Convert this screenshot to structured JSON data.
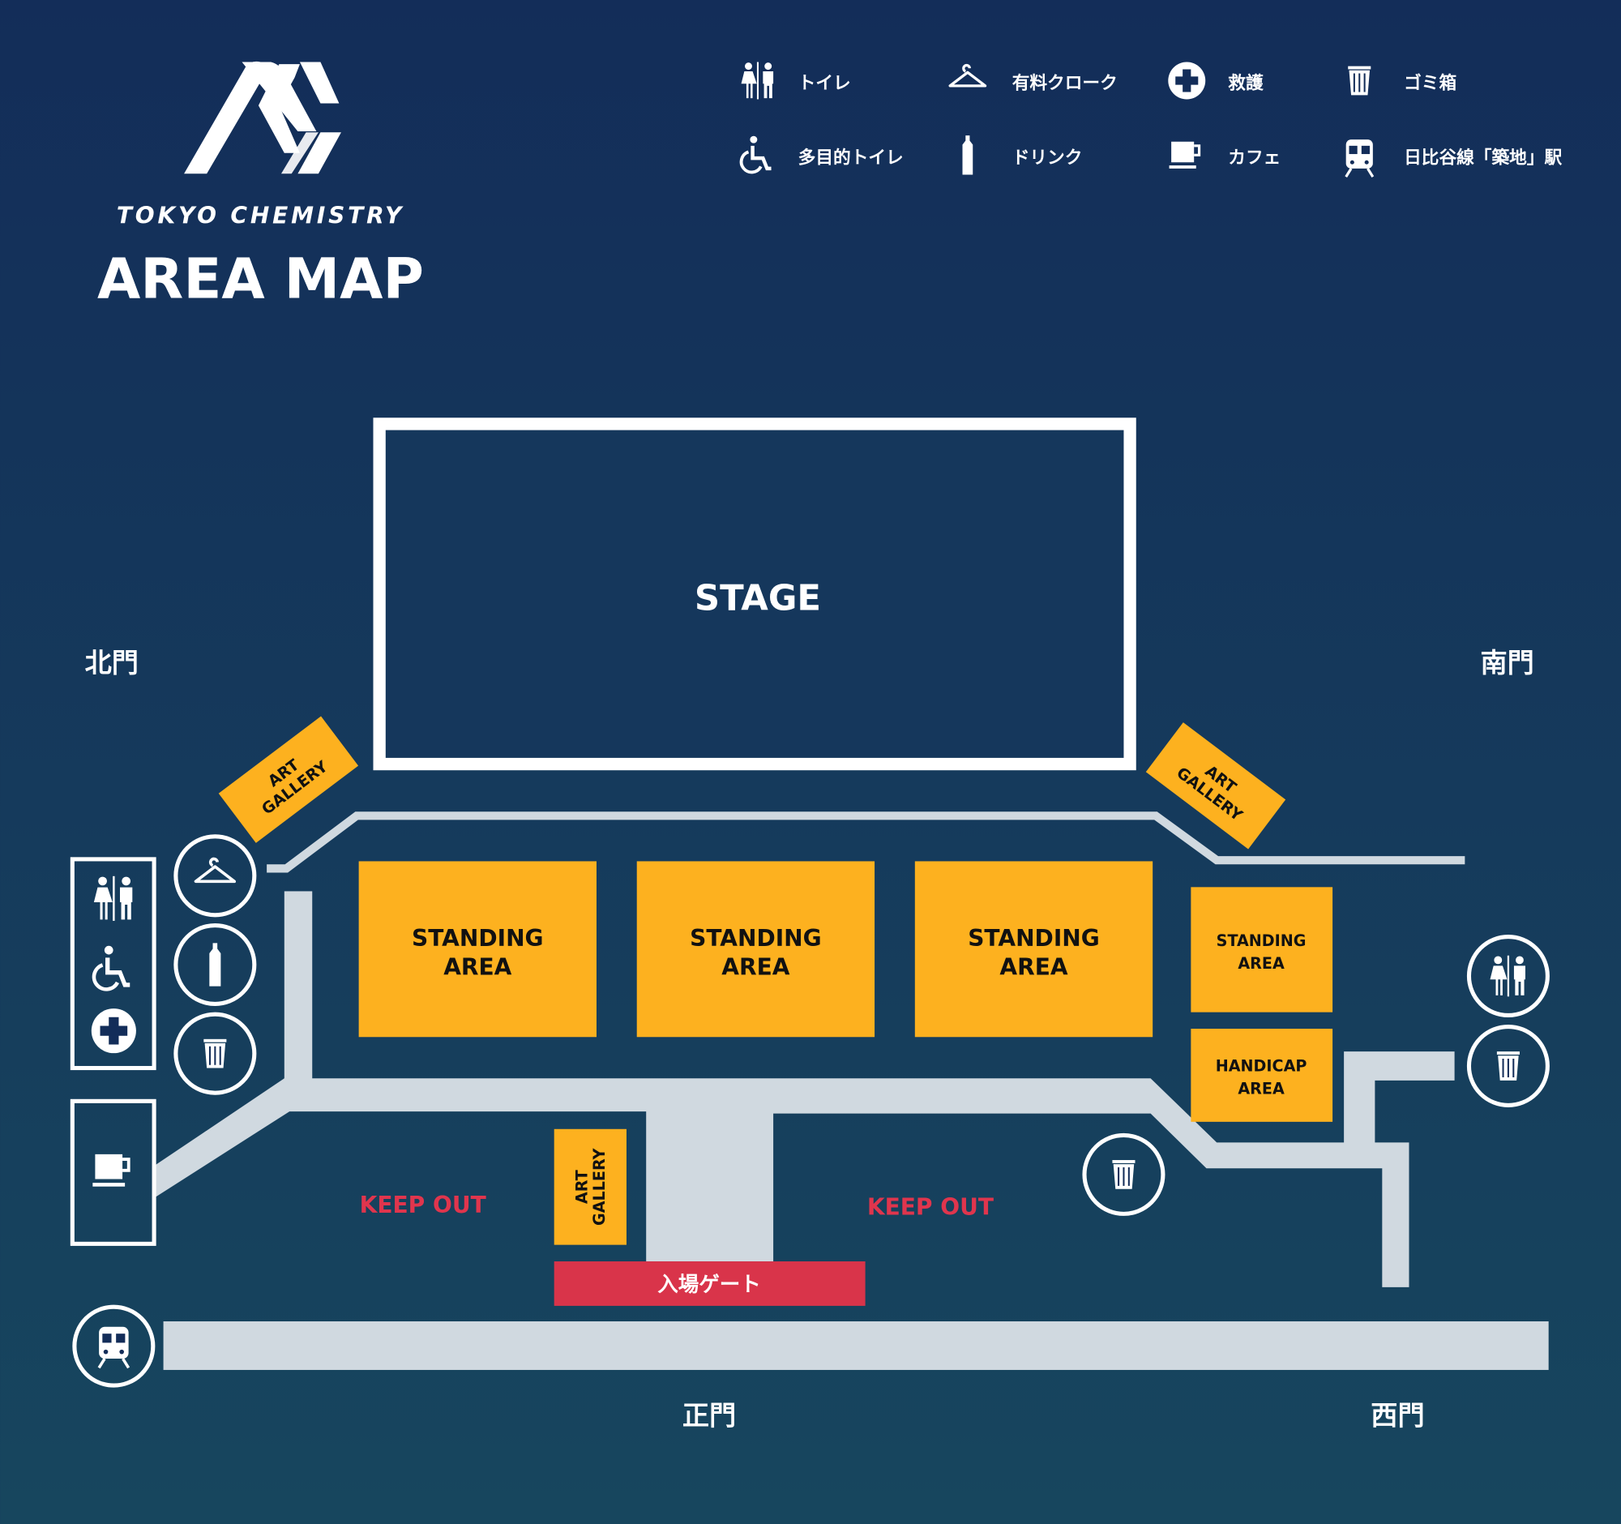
{
  "brand": {
    "logo_text": "TOKYO CHEMISTRY",
    "title": "AREA MAP"
  },
  "legend": [
    {
      "icon": "restroom-icon",
      "label": "トイレ"
    },
    {
      "icon": "hanger-icon",
      "label": "有料クローク"
    },
    {
      "icon": "first-aid-icon",
      "label": "救護"
    },
    {
      "icon": "trash-icon",
      "label": "ゴミ箱"
    },
    {
      "icon": "wheelchair-icon",
      "label": "多目的トイレ"
    },
    {
      "icon": "bottle-icon",
      "label": "ドリンク"
    },
    {
      "icon": "cafe-icon",
      "label": "カフェ"
    },
    {
      "icon": "train-icon",
      "label": "日比谷線「築地」駅"
    }
  ],
  "map": {
    "stage": "STAGE",
    "standing_line1": "STANDING",
    "standing_line2": "AREA",
    "handicap_line1": "HANDICAP",
    "handicap_line2": "AREA",
    "art_line1": "ART",
    "art_line2": "GALLERY",
    "keep_out": "KEEP OUT",
    "entrance_gate": "入場ゲート",
    "gates": {
      "north": "北門",
      "south": "南門",
      "main": "正門",
      "west": "西門"
    }
  },
  "colors": {
    "background_top": "#132d59",
    "background_bottom": "#17465e",
    "area": "#fdb11f",
    "path": "#d0d9e0",
    "accent_red": "#d9344a"
  }
}
